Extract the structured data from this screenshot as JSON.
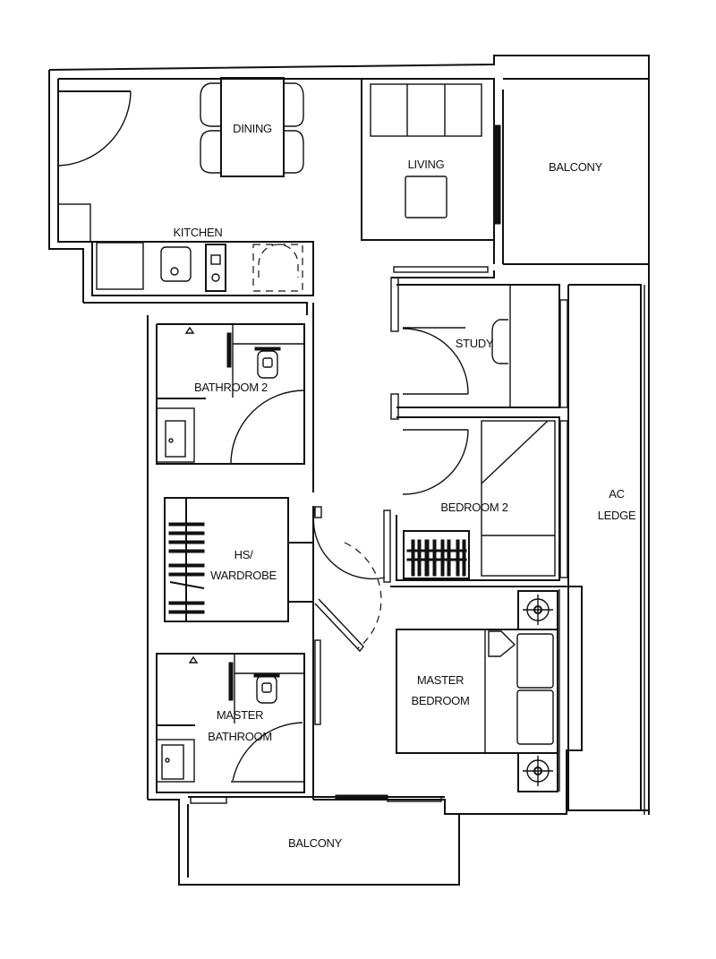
{
  "plan": {
    "rooms": {
      "dining": "DINING",
      "kitchen": "KITCHEN",
      "living": "LIVING",
      "balcony_top": "BALCONY",
      "study": "STUDY",
      "bathroom_2": "BATHROOM 2",
      "hs_wardrobe_line1": "HS/",
      "hs_wardrobe_line2": "WARDROBE",
      "bedroom_2": "BEDROOM 2",
      "ac_ledge_line1": "AC",
      "ac_ledge_line2": "LEDGE",
      "master_bedroom_line1": "MASTER",
      "master_bedroom_line2": "BEDROOM",
      "master_bathroom_line1": "MASTER",
      "master_bathroom_line2": "BATHROOM",
      "balcony_bottom": "BALCONY"
    },
    "colors": {
      "line": "#111111",
      "background": "#ffffff"
    }
  }
}
